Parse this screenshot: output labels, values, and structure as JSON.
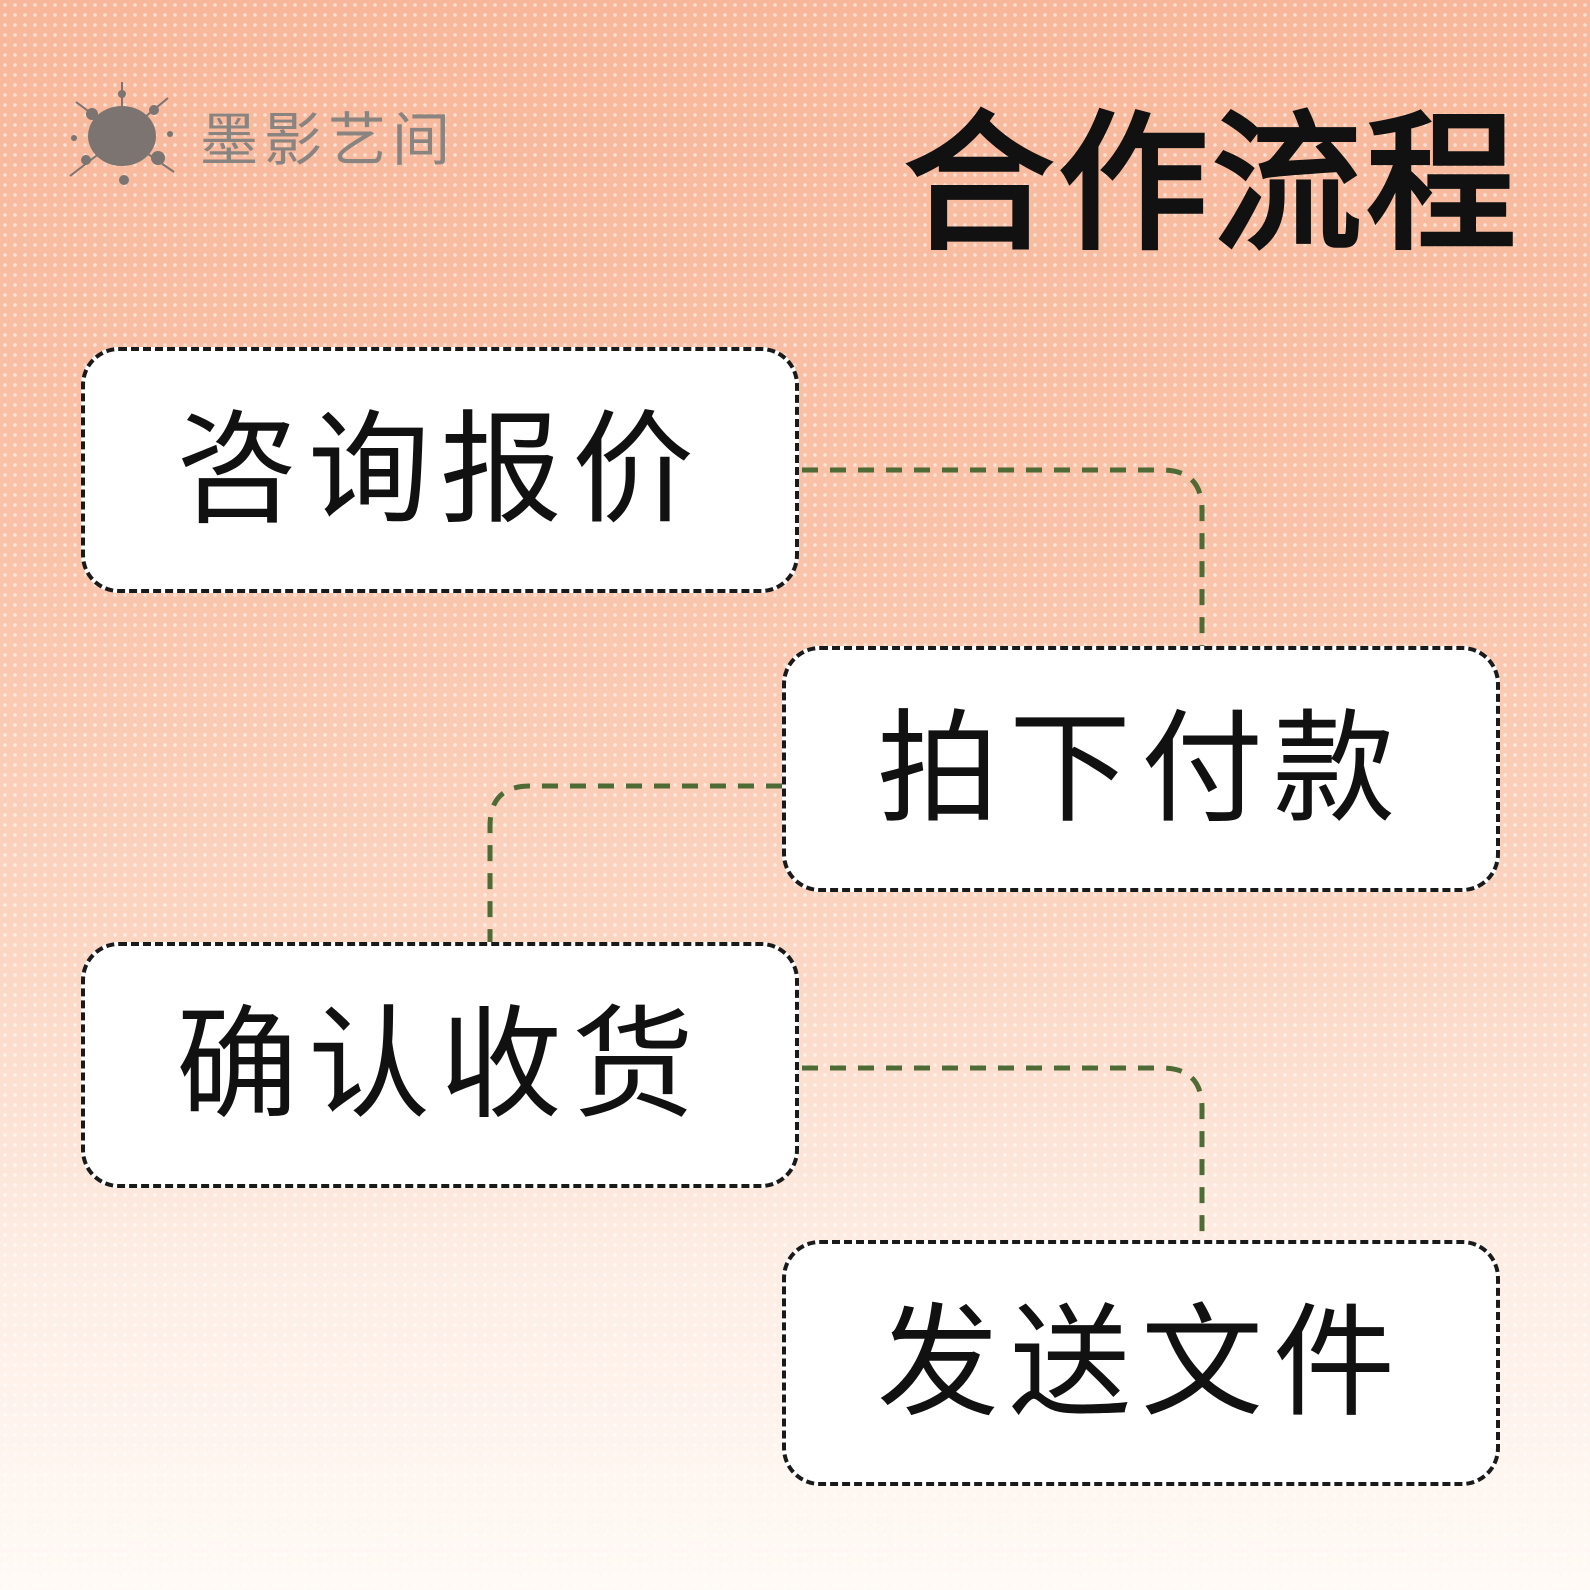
{
  "brand": {
    "logo_icon": "ink-splash-icon",
    "name": "墨影艺间"
  },
  "title": "合作流程",
  "steps": [
    {
      "label": "咨询报价"
    },
    {
      "label": "拍下付款"
    },
    {
      "label": "确认收货"
    },
    {
      "label": "发送文件"
    }
  ],
  "colors": {
    "background_top": "#f8b79a",
    "background_bottom": "#fffaf6",
    "connector": "#4e6b35",
    "text": "#111111",
    "box_fill": "#ffffff"
  }
}
